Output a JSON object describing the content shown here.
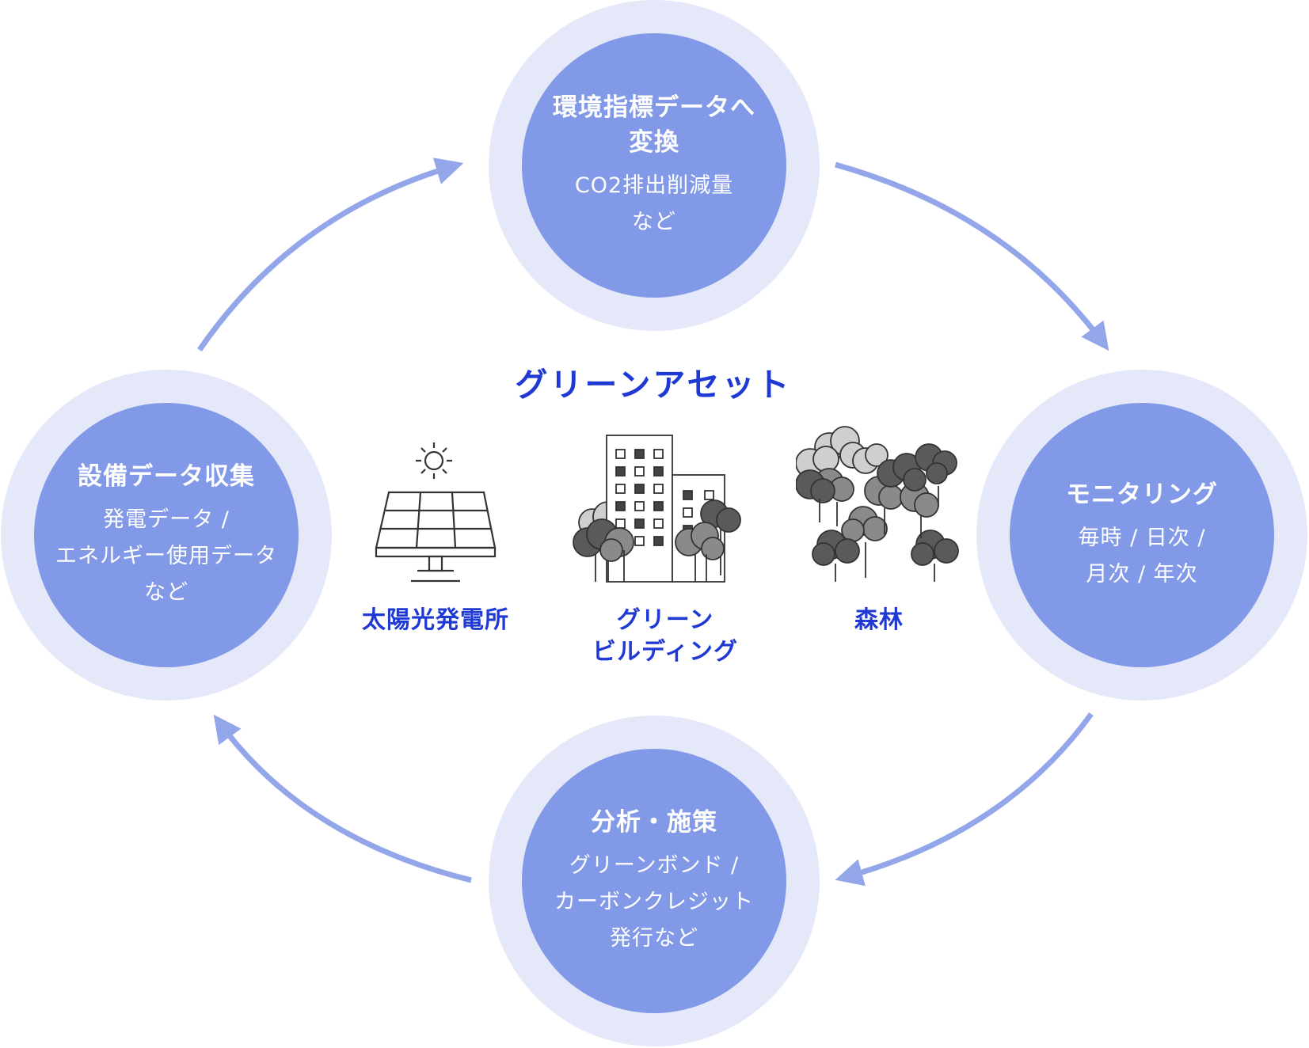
{
  "colors": {
    "outer_ring": "#e4e8f8",
    "inner_circle": "#8299e8",
    "arrow": "#93a6ea",
    "accent_text": "#1f3ad4",
    "node_text": "#ffffff"
  },
  "center": {
    "title": "グリーンアセット"
  },
  "assets": [
    {
      "label_lines": [
        "太陽光発電所"
      ],
      "icon": "solar-panel-icon"
    },
    {
      "label_lines": [
        "グリーン",
        "ビルディング"
      ],
      "icon": "green-building-icon"
    },
    {
      "label_lines": [
        "森林"
      ],
      "icon": "forest-icon"
    }
  ],
  "nodes": {
    "top": {
      "title_lines": [
        "環境指標データへ",
        "変換"
      ],
      "sub_lines": [
        "CO2排出削減量",
        "など"
      ]
    },
    "right": {
      "title_lines": [
        "モニタリング"
      ],
      "sub_lines": [
        "毎時 / 日次 /",
        "月次 / 年次"
      ]
    },
    "bottom": {
      "title_lines": [
        "分析・施策"
      ],
      "sub_lines": [
        "グリーンボンド /",
        "カーボンクレジット",
        "発行など"
      ]
    },
    "left": {
      "title_lines": [
        "設備データ収集"
      ],
      "sub_lines": [
        "発電データ /",
        "エネルギー使用データ",
        "など"
      ]
    }
  }
}
